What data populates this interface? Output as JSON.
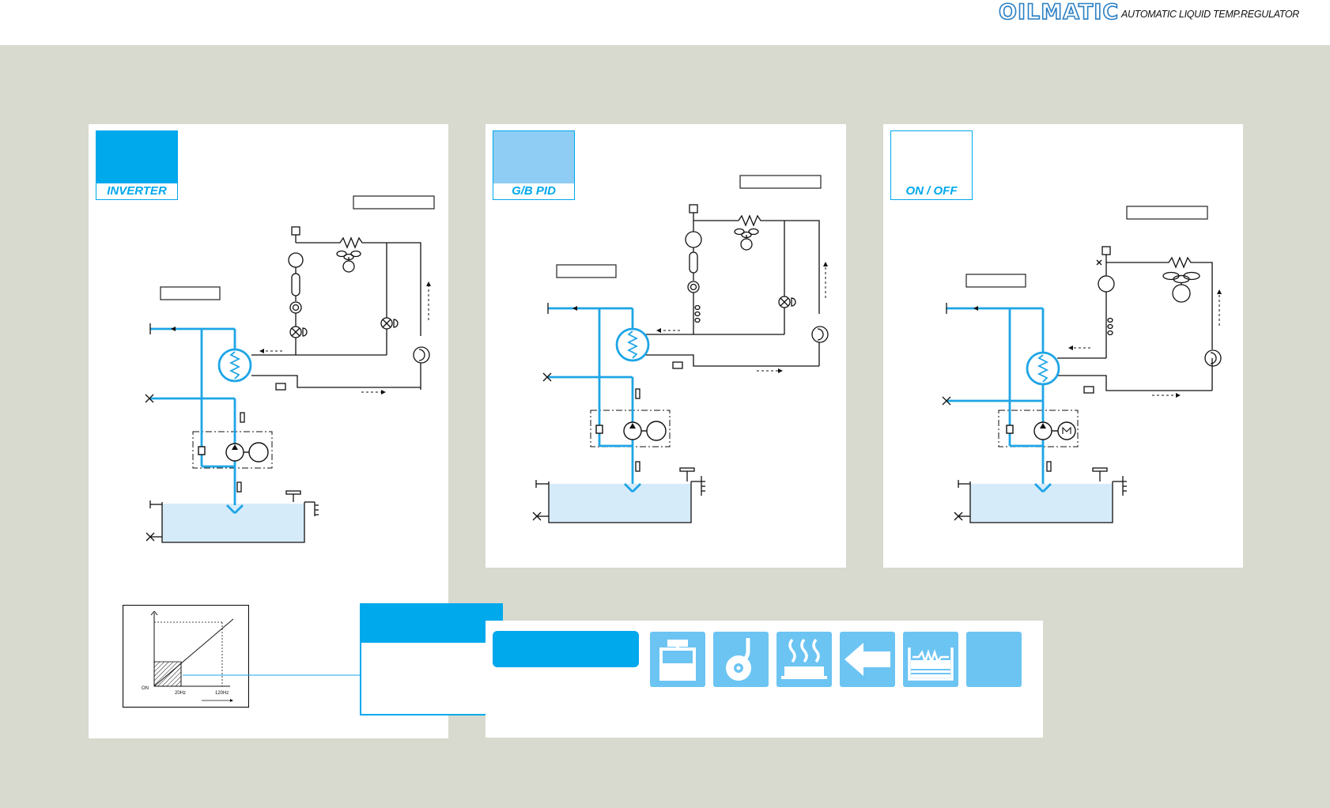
{
  "header": {
    "brand": "OILMATIC",
    "tagline": "AUTOMATIC LIQUID TEMP.REGULATOR"
  },
  "colors": {
    "accent": "#00a8ec",
    "accent_light": "#8fcdf4",
    "fluid_line": "#1ea5e6",
    "tank_fill": "#d6ebfa",
    "background": "#d8d9cf"
  },
  "modes": [
    {
      "label": "INVERTER"
    },
    {
      "label": "G/B PID"
    },
    {
      "label": "ON / OFF"
    }
  ],
  "inverter_chart": {
    "y_tick_label": "ON",
    "x_tick_labels": [
      "20Hz",
      "120Hz"
    ]
  },
  "features": {
    "icons": [
      "tank-icon",
      "caster-wheel-icon",
      "heater-icon",
      "arrow-left-icon",
      "bath-heater-icon",
      "blank-icon"
    ]
  }
}
